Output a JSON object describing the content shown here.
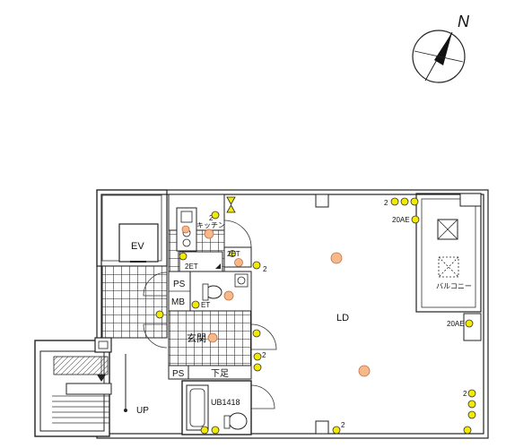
{
  "compass": {
    "label": "N",
    "icon": "north-arrow-icon"
  },
  "labels": {
    "ev": "EV",
    "kitchen": "キッチン",
    "ld": "LD",
    "balcony": "バルコニー",
    "ps_upper": "PS",
    "mb": "MB",
    "entrance": "玄関",
    "ps_lower": "PS",
    "shoe_area": "下足",
    "unit_bath": "UB1418",
    "up": "UP",
    "et_kitchen": "2ET",
    "et_hall": "2ET",
    "et_wash": "ET",
    "ae_top": "20AE",
    "ae_right": "20AE"
  },
  "outlet_counts": {
    "top": "2",
    "kitchen": "2",
    "hall": "2",
    "entrance": "2",
    "bottom": "2",
    "right": "2"
  },
  "colors": {
    "wall": "#222222",
    "light_fixture": "#f7b98a",
    "outlet": "#f2ea00",
    "door_mark": "#f2ea00"
  }
}
